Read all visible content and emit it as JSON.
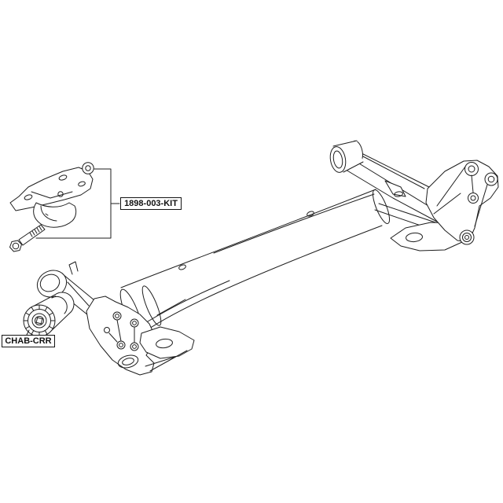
{
  "diagram": {
    "background_color": "#ffffff",
    "line_color": "#1e1e1e",
    "label_boxes": [
      {
        "id": "kit",
        "text": "1898-003-KIT"
      },
      {
        "id": "bushing",
        "text": "CHAB-CRR"
      }
    ],
    "components": [
      "rear-axle-beam-assembly",
      "mount-bracket",
      "bolt",
      "nut",
      "arm-bushing"
    ]
  }
}
